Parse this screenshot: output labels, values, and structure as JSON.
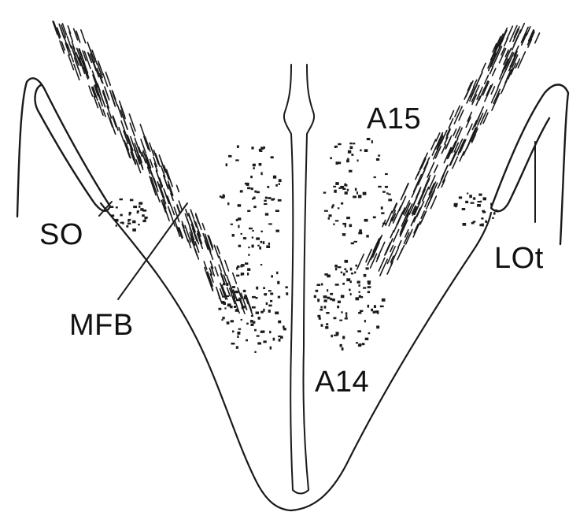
{
  "labels": {
    "a15": "A15",
    "a14": "A14",
    "so": "SO",
    "mfb": "MFB",
    "lot": "LOt"
  }
}
